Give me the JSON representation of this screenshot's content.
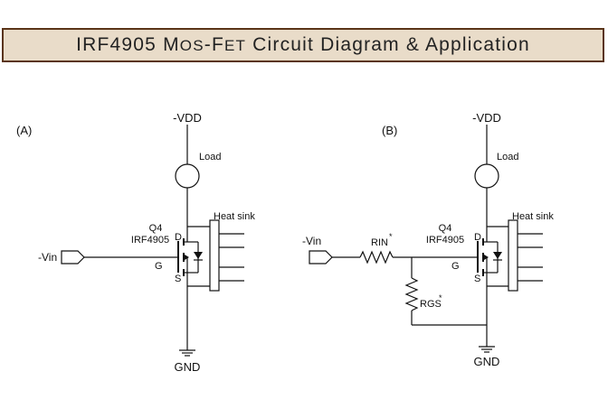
{
  "title": {
    "part1": "IRF4905 ",
    "mos_m": "M",
    "mos_rest": "OS",
    "dash": "-",
    "fet_f": "F",
    "fet_rest": "ET",
    "part2": " Circuit Diagram & Application"
  },
  "circuit_a": {
    "panel_label": "(A)",
    "supply": "-VDD",
    "load": "Load",
    "heatsink": "Heat sink",
    "ref": "Q4",
    "part": "IRF4905",
    "drain": "D",
    "gate": "G",
    "source": "S",
    "input": "-Vin",
    "ground": "GND"
  },
  "circuit_b": {
    "panel_label": "(B)",
    "supply": "-VDD",
    "load": "Load",
    "heatsink": "Heat sink",
    "ref": "Q4",
    "part": "IRF4905",
    "drain": "D",
    "gate": "G",
    "source": "S",
    "input": "-Vin",
    "ground": "GND",
    "rin": "RIN",
    "rin_mark": "*",
    "rgs": "RGS",
    "rgs_mark": "*"
  }
}
